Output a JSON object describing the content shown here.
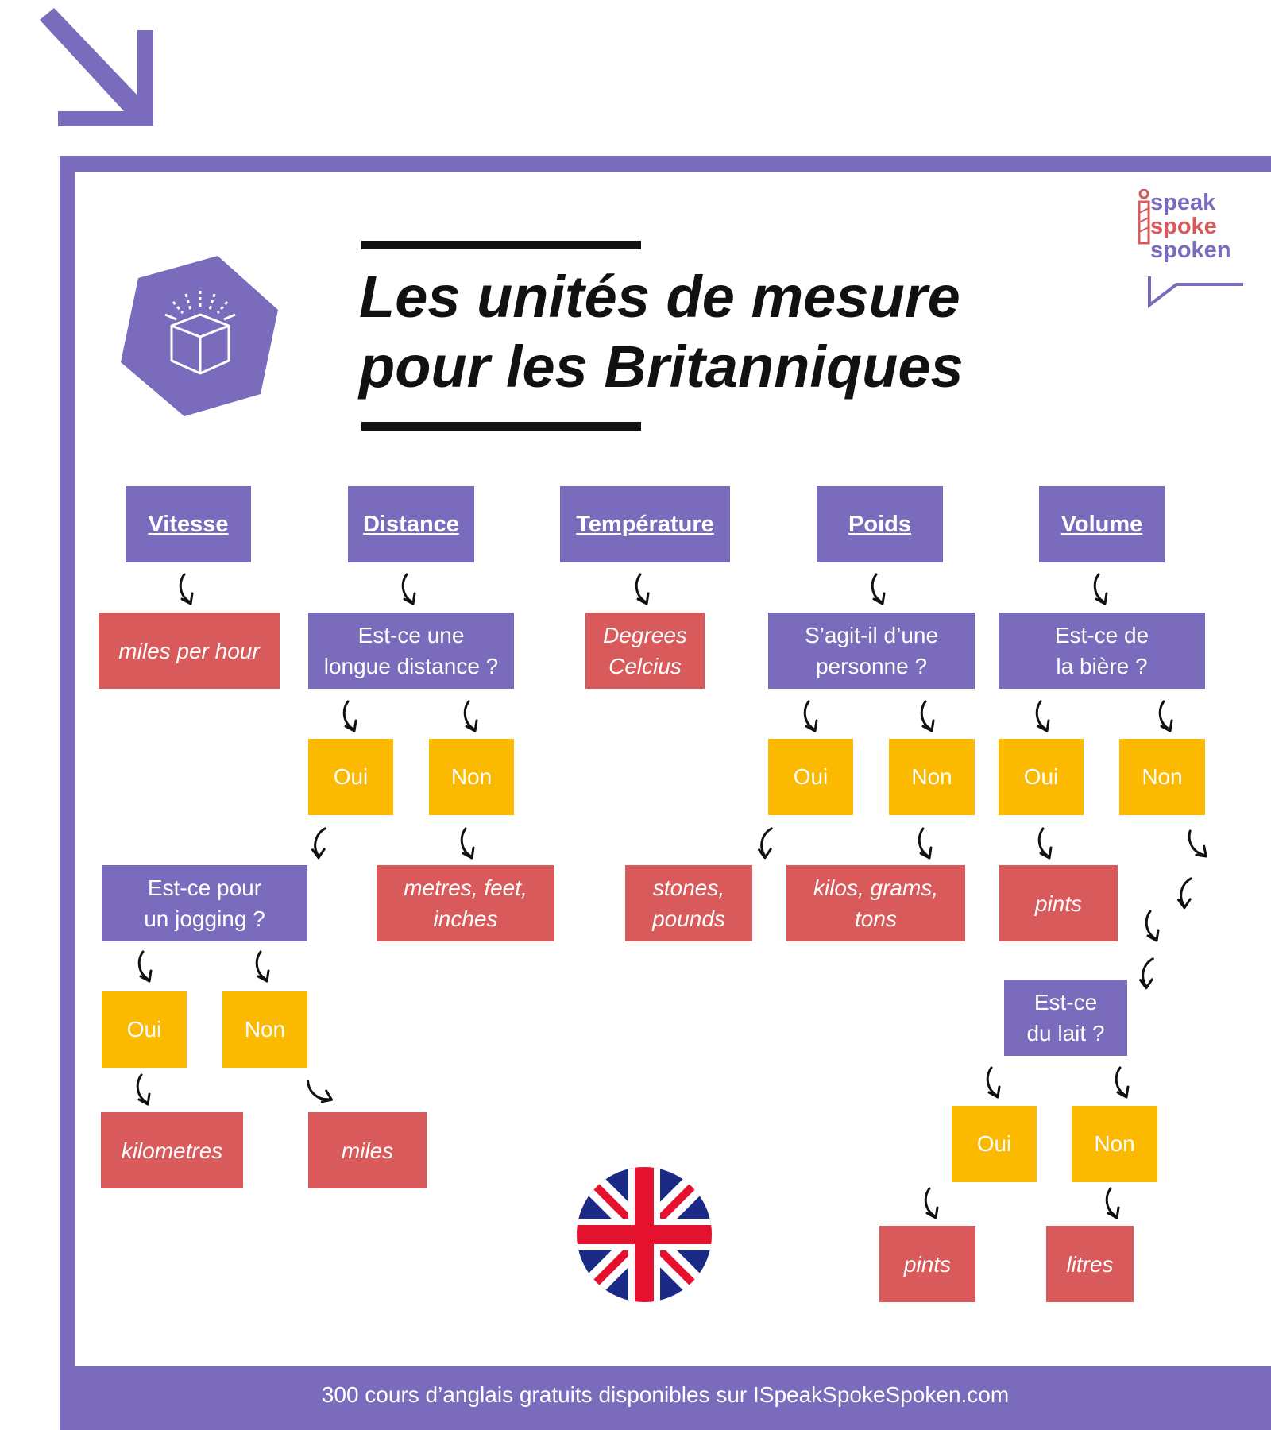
{
  "title": {
    "line1": "Les unités de mesure",
    "line2": "pour les Britanniques"
  },
  "logo": {
    "lines": [
      "speak",
      "spoke",
      "spoken"
    ],
    "colors": [
      "#7b6bbd",
      "#d85a5a",
      "#7b6bbd"
    ]
  },
  "colors": {
    "purple": "#7b6bbd",
    "yellow": "#fbba00",
    "red": "#d85a5a"
  },
  "categories": {
    "vitesse": "Vitesse",
    "distance": "Distance",
    "temperature": "Température",
    "poids": "Poids",
    "volume": "Volume"
  },
  "questions": {
    "distance": [
      "Est-ce une",
      "longue distance ?"
    ],
    "jogging": [
      "Est-ce pour",
      "un jogging ?"
    ],
    "personne": [
      "S’agit-il d’une",
      "personne ?"
    ],
    "biere": [
      "Est-ce de",
      "la bière ?"
    ],
    "lait": [
      "Est-ce",
      "du lait ?"
    ]
  },
  "answers": {
    "yes": "Oui",
    "no": "Non"
  },
  "results": {
    "miles_per_hour": [
      "miles per hour"
    ],
    "degrees": [
      "Degrees",
      "Celcius"
    ],
    "metres": [
      "metres, feet,",
      "inches"
    ],
    "kilometres": [
      "kilometres"
    ],
    "miles": [
      "miles"
    ],
    "stones": [
      "stones,",
      "pounds"
    ],
    "kilos": [
      "kilos, grams,",
      "tons"
    ],
    "pints_beer": [
      "pints"
    ],
    "pints_milk": [
      "pints"
    ],
    "litres": [
      "litres"
    ]
  },
  "icons": {
    "corner": "down-right-arrow-icon",
    "hexagon": "box-sparkle-icon",
    "flag": "union-jack-flag-icon",
    "connector": "curved-arrow-icon"
  },
  "footer": "300 cours d’anglais gratuits disponibles sur ISpeakSpokeSpoken.com"
}
